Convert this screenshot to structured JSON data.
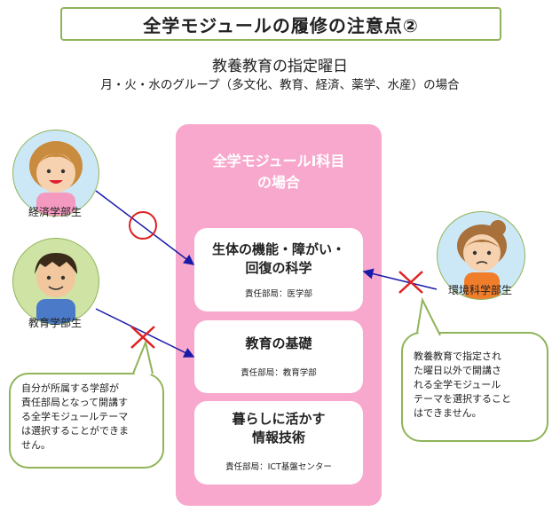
{
  "title": "全学モジュールの履修の注意点②",
  "subtitle": "教養教育の指定曜日",
  "groups_line": "月・火・水のグループ（多文化、教育、経済、薬学、水産）の場合",
  "panel": {
    "title": "全学モジュールⅠ科目\nの場合",
    "courses": [
      {
        "name": "生体の機能・障がい・\n回復の科学",
        "dept": "責任部局：医学部"
      },
      {
        "name": "教育の基礎",
        "dept": "責任部局：教育学部"
      },
      {
        "name": "暮らしに活かす\n情報技術",
        "dept": "責任部局：ICT基盤センター"
      }
    ]
  },
  "students": [
    {
      "label": "経済学部生",
      "mark": "circle"
    },
    {
      "label": "教育学部生",
      "mark": "cross"
    },
    {
      "label": "環境科学部生",
      "mark": "cross"
    }
  ],
  "notes": {
    "left": "自分が所属する学部が\n責任部局となって開講す\nる全学モジュールテーマ\nは選択することができま\nせん。",
    "right": "教養教育で指定され\nた曜日以外で開講さ\nれる全学モジュール\nテーマを選択すること\nはできません。"
  },
  "colors": {
    "panel": "#f7a8cc",
    "border_green": "#8fb45a",
    "arrow": "#1a1aa8",
    "mark_red": "#e02020"
  }
}
